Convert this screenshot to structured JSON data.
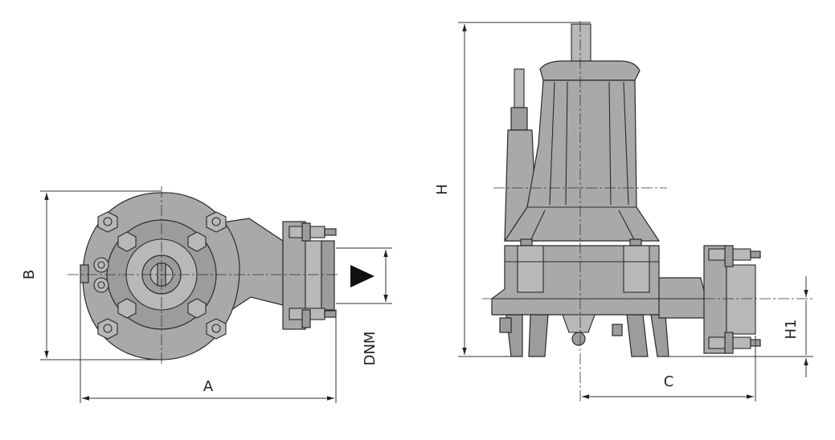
{
  "labels": {
    "a": "A",
    "b": "B",
    "c": "C",
    "h": "H",
    "h1": "H1",
    "dnm": "DNM"
  },
  "colors": {
    "body": "#a9a9ab",
    "outline": "#2a2a2a"
  }
}
